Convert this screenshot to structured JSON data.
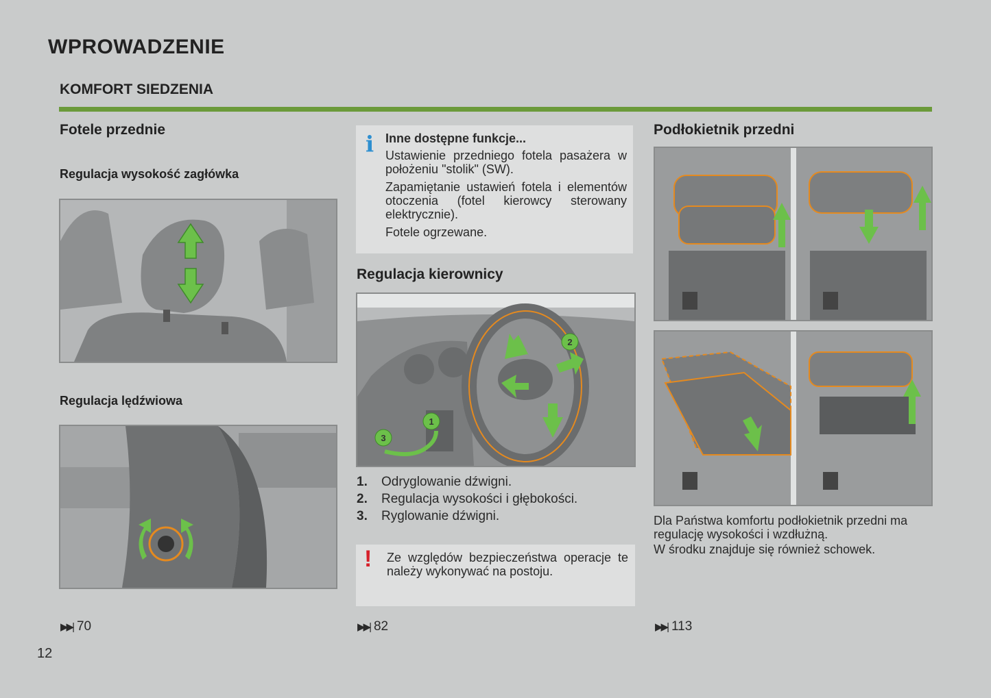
{
  "page": {
    "title": "WPROWADZENIE",
    "section": "KOMFORT SIEDZENIA",
    "page_number": "12"
  },
  "left": {
    "heading": "Fotele przednie",
    "sub1": "Regulacja wysokość zagłówka",
    "sub2": "Regulacja lędźwiowa",
    "ref": "70"
  },
  "middle": {
    "info": {
      "title": "Inne dostępne funkcje...",
      "items": [
        "Ustawienie przedniego fotela pasażera w położeniu \"stolik\" (SW).",
        "Zapamiętanie ustawień fotela i elementów otoczenia (fotel kierowcy sterowany elektrycznie).",
        "Fotele ogrzewane."
      ]
    },
    "heading": "Regulacja kierownicy",
    "steps": [
      {
        "num": "1.",
        "text": "Odryglowanie dźwigni."
      },
      {
        "num": "2.",
        "text": "Regulacja wysokości i głębokości."
      },
      {
        "num": "3.",
        "text": "Ryglowanie dźwigni."
      }
    ],
    "warning": "Ze względów bezpieczeństwa operacje te należy wykonywać na postoju.",
    "ref": "82"
  },
  "right": {
    "heading": "Podłokietnik przedni",
    "text1": "Dla Państwa komfortu podłokietnik przedni ma regulację wysokości i wzdłużną.",
    "text2": "W środku znajduje się również schowek.",
    "ref": "113"
  },
  "icons": {
    "info": "info-icon",
    "warning": "warning-icon",
    "reference": "skip-forward-icon"
  },
  "colors": {
    "accent_green": "#6b9a3a",
    "arrow_green": "#6cc04a",
    "highlight_orange": "#e58a1f",
    "info_blue": "#2e8fd0",
    "warning_red": "#d6202a"
  }
}
